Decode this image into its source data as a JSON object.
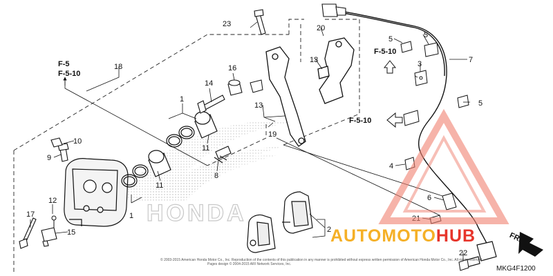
{
  "diagram": {
    "part_labels": {
      "p1a": "1",
      "p1b": "1",
      "p2": "2",
      "p3": "3",
      "p4": "4",
      "p5a": "5",
      "p5b": "5",
      "p5c": "5",
      "p6": "6",
      "p7": "7",
      "p8": "8",
      "p9": "9",
      "p10": "10",
      "p11a": "11",
      "p11b": "11",
      "p12": "12",
      "p13a": "13",
      "p13b": "13",
      "p14": "14",
      "p15": "15",
      "p16": "16",
      "p17": "17",
      "p18": "18",
      "p19": "19",
      "p20": "20",
      "p21": "21",
      "p22": "22",
      "p23": "23"
    },
    "refs": {
      "left_top": "F-5",
      "left_bottom": "F-5-10",
      "up_ref": "F-5-10",
      "side_ref": "F-5-10"
    },
    "front_marker": "FR.",
    "diagram_code": "MKG4F1200",
    "brand_watermark": "HONDA",
    "copyright": "© 2003-2015 American Honda Motor Co., Inc. Reproduction of the contents of this publication in any manner is prohibited without express written permission of American Honda Motor Co., Inc. All rights reserved. Pages design © 2004-2015 ARI Network Services, Inc."
  },
  "watermark": {
    "part1": "AUTO",
    "part2": "MOTO",
    "part3": "HUB",
    "color_light": "#f5b027",
    "color_dark": "#e7352b",
    "triangle_color": "#f08070"
  }
}
